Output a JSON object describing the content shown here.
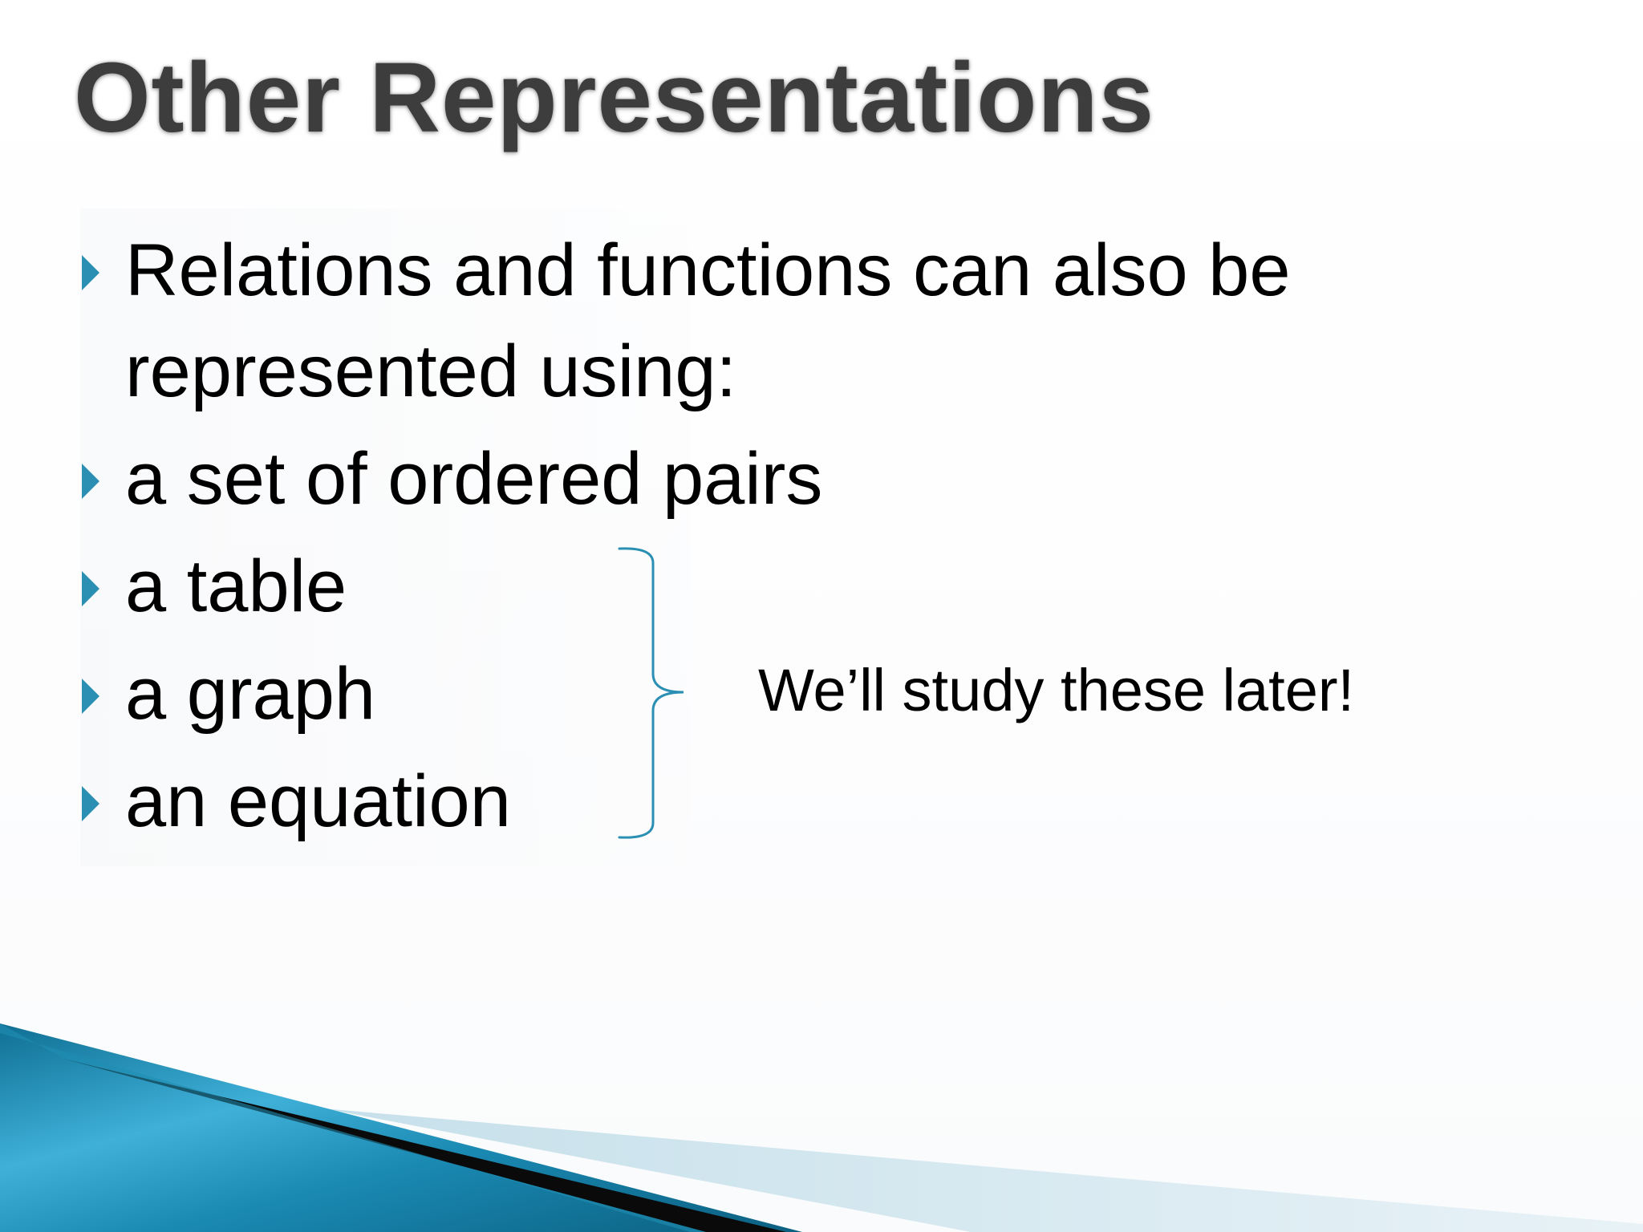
{
  "slide": {
    "title": "Other Representations",
    "bullets": [
      {
        "text": "Relations and functions can also be represented using:"
      },
      {
        "text": "a set of ordered pairs"
      },
      {
        "text": "a table"
      },
      {
        "text": "a graph"
      },
      {
        "text": "an equation"
      }
    ],
    "note": "We’ll study these later!"
  },
  "colors": {
    "title": "#3d3d3d",
    "bullet_arrow": "#2b8fb3",
    "brace": "#2b8fb3",
    "footer_blue": "#1f8db3",
    "footer_dark": "#0a0a0a"
  },
  "icons": {
    "bullet": "triangle-right-icon",
    "brace": "right-curly-brace-icon"
  }
}
